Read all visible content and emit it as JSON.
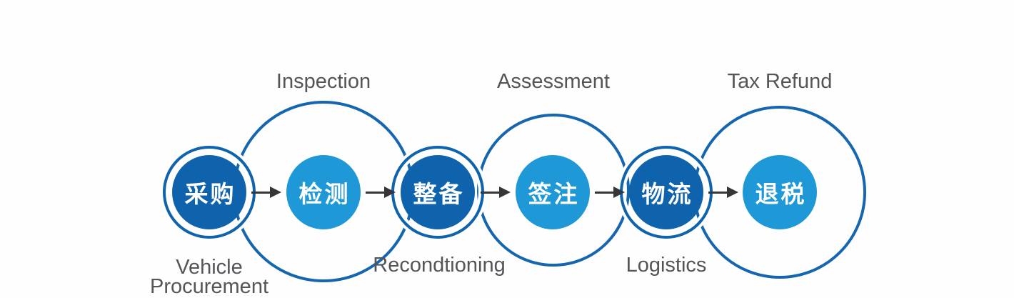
{
  "diagram": {
    "title_semantic": "used-vehicle export process flow",
    "colors": {
      "dark_circle": "#0f63ac",
      "light_circle": "#1e98d6",
      "outline_blue": "#1565af",
      "arrow": "#363638",
      "label_text": "#545558",
      "background": "#fefefe",
      "circle_text": "#ffffff"
    },
    "steps": [
      {
        "cn": "采购",
        "en": "Vehicle\nProcurement",
        "en_position": "below",
        "style": "dark-ringed"
      },
      {
        "cn": "检测",
        "en": "Inspection",
        "en_position": "above",
        "style": "light-big-outline"
      },
      {
        "cn": "整备",
        "en": "Recondtioning",
        "en_position": "below",
        "style": "dark-ringed"
      },
      {
        "cn": "签注",
        "en": "Assessment",
        "en_position": "above",
        "style": "light-big-outline"
      },
      {
        "cn": "物流",
        "en": "Logistics",
        "en_position": "below",
        "style": "dark-ringed"
      },
      {
        "cn": "退税",
        "en": "Tax Refund",
        "en_position": "above",
        "style": "light-big-outline"
      }
    ],
    "arrows": 5
  }
}
